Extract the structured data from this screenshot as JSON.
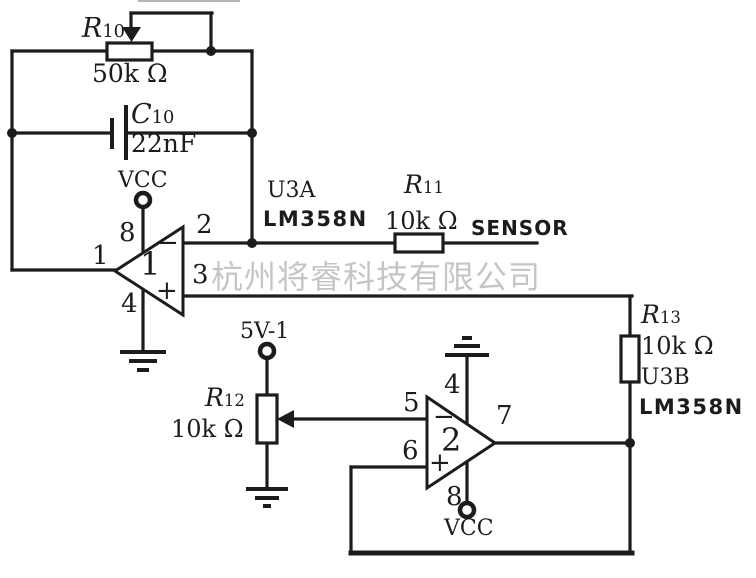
{
  "watermark": "杭州将睿科技有限公司",
  "colors": {
    "line": "#1c1c1c",
    "background": "#ffffff",
    "watermark": "#bcbcbc"
  },
  "components": {
    "r10": {
      "ref": "R",
      "sub": "10",
      "value": "50k Ω"
    },
    "c10": {
      "ref": "C",
      "sub": "10",
      "value": "22nF"
    },
    "r11": {
      "ref": "R",
      "sub": "11",
      "value": "10k Ω"
    },
    "r12": {
      "ref": "R",
      "sub": "12",
      "value": "10k Ω"
    },
    "r13": {
      "ref": "R",
      "sub": "13",
      "value": "10k Ω"
    },
    "u3a": {
      "name": "U3A",
      "part": "LM358N",
      "inner_label": "1",
      "pin_output": "1",
      "pin_inverting": "2",
      "pin_noninverting": "3",
      "pin_ground": "4",
      "pin_power": "8",
      "minus": "−",
      "plus": "+"
    },
    "u3b": {
      "name": "U3B",
      "part": "LM358N",
      "inner_label": "2",
      "pin_inverting": "5",
      "pin_noninverting": "6",
      "pin_output": "7",
      "pin_ground": "4",
      "pin_power": "8",
      "minus": "−",
      "plus": "+"
    }
  },
  "power": {
    "vcc_a": "VCC",
    "vcc_b": "VCC",
    "ref_5v": "5V-1"
  },
  "net": {
    "sensor": "SENSOR"
  }
}
